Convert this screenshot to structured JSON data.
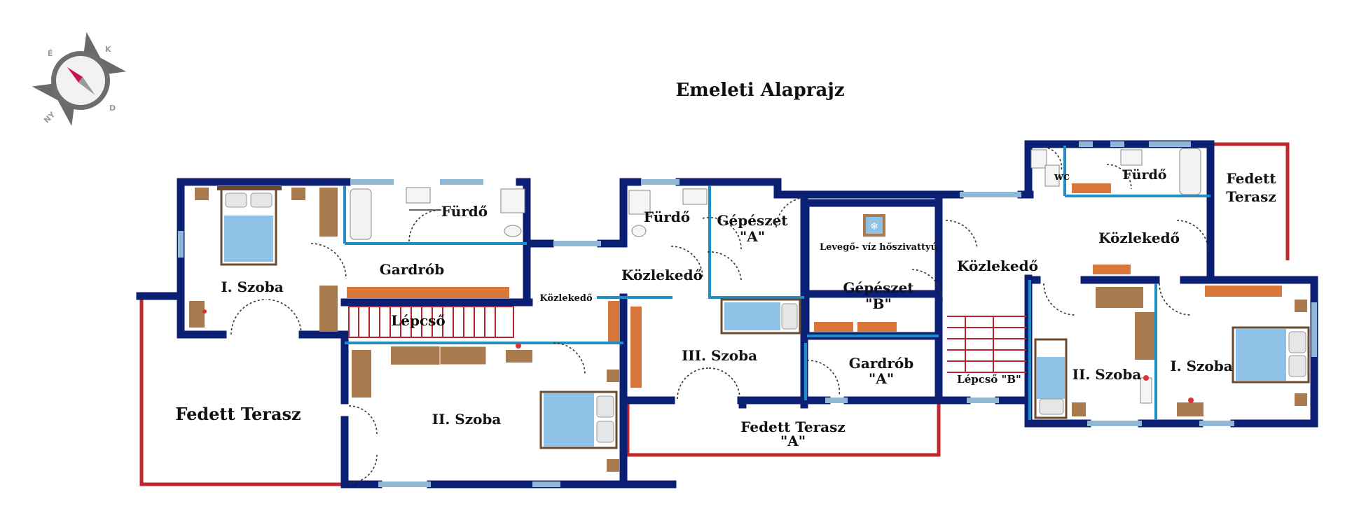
{
  "title": "Emeleti Alaprajz",
  "compass": {
    "n": "É",
    "e": "K",
    "s": "D",
    "w": "NY"
  },
  "rooms": {
    "szoba1_left": "I. Szoba",
    "furdo_left": "Fürdő",
    "gardrob": "Gardrób",
    "lepcso": "Lépcső",
    "kozlekedo_small": "Közlekedő",
    "kozlekedo_center": "Közlekedő",
    "szoba2_left": "II. Szoba",
    "fedett_terasz_left": "Fedett Terasz",
    "furdo_center": "Fürdő",
    "gepeszet_a_1": "Gépészet",
    "gepeszet_a_2": "\"A\"",
    "levego_viz": "Levegő- víz hőszivattyú",
    "gepeszet_b_1": "Gépészet",
    "gepeszet_b_2": "\"B\"",
    "szoba3": "III. Szoba",
    "gardrob_a_1": "Gardrób",
    "gardrob_a_2": "\"A\"",
    "fedett_terasz_a_1": "Fedett Terasz",
    "fedett_terasz_a_2": "\"A\"",
    "kozlekedo_right1": "Közlekedő",
    "lepcso_b": "Lépcső \"B\"",
    "wc": "wc",
    "furdo_right": "Fürdő",
    "fedett_terasz_right_1": "Fedett",
    "fedett_terasz_right_2": "Terasz",
    "kozlekedo_right2": "Közlekedő",
    "szoba2_right": "II. Szoba",
    "szoba1_right": "I. Szoba"
  },
  "colors": {
    "outer_wall": "#0b1f73",
    "inner_wall": "#1f8ec4",
    "terrace_line": "#c0272d",
    "window": "#8fb8d6",
    "furniture_wood": "#a87a4e",
    "shelf_orange": "#d9773a",
    "bed_blue": "#8ec1e6",
    "stair_red": "#b8242c"
  }
}
